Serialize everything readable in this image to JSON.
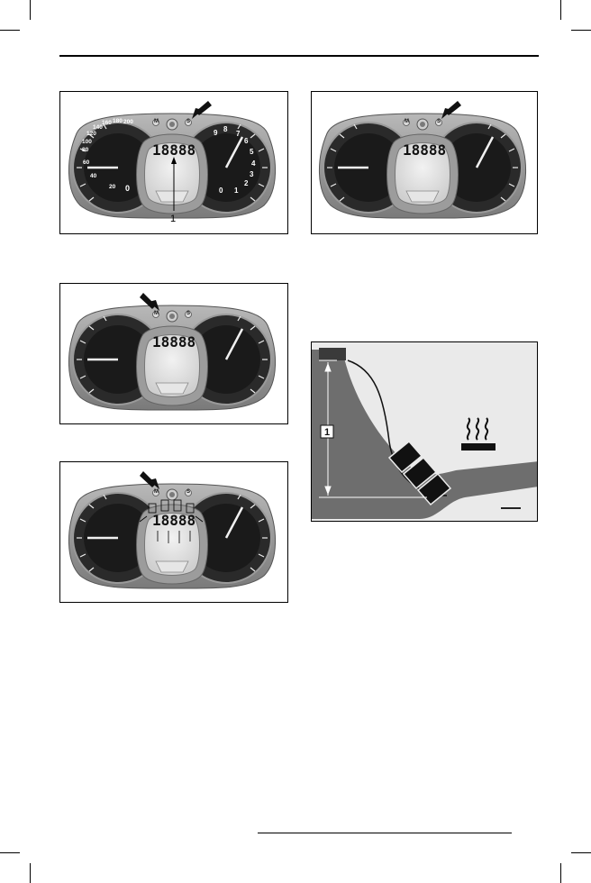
{
  "figures": {
    "fig_top_left": {
      "callout": "1",
      "lcd": "18888",
      "label_m": "M",
      "label_s": "S",
      "speed_ticks": [
        "20",
        "40",
        "60",
        "80",
        "100",
        "120",
        "140",
        "160",
        "180",
        "200"
      ],
      "rpm_ticks": [
        "0",
        "1",
        "2",
        "3",
        "4",
        "5",
        "6",
        "7",
        "8",
        "9"
      ]
    },
    "fig_top_right": {
      "lcd": "18888",
      "label_m": "M",
      "label_s": "S"
    },
    "fig_mid_left": {
      "lcd": "18888",
      "label_m": "M",
      "label_s": "S"
    },
    "fig_bottom_left": {
      "lcd": "18888",
      "label_m": "M",
      "label_s": "S"
    },
    "fig_chart": {
      "dimension_label": "1",
      "icon": "heat-icon"
    }
  },
  "speed_zero": "0"
}
